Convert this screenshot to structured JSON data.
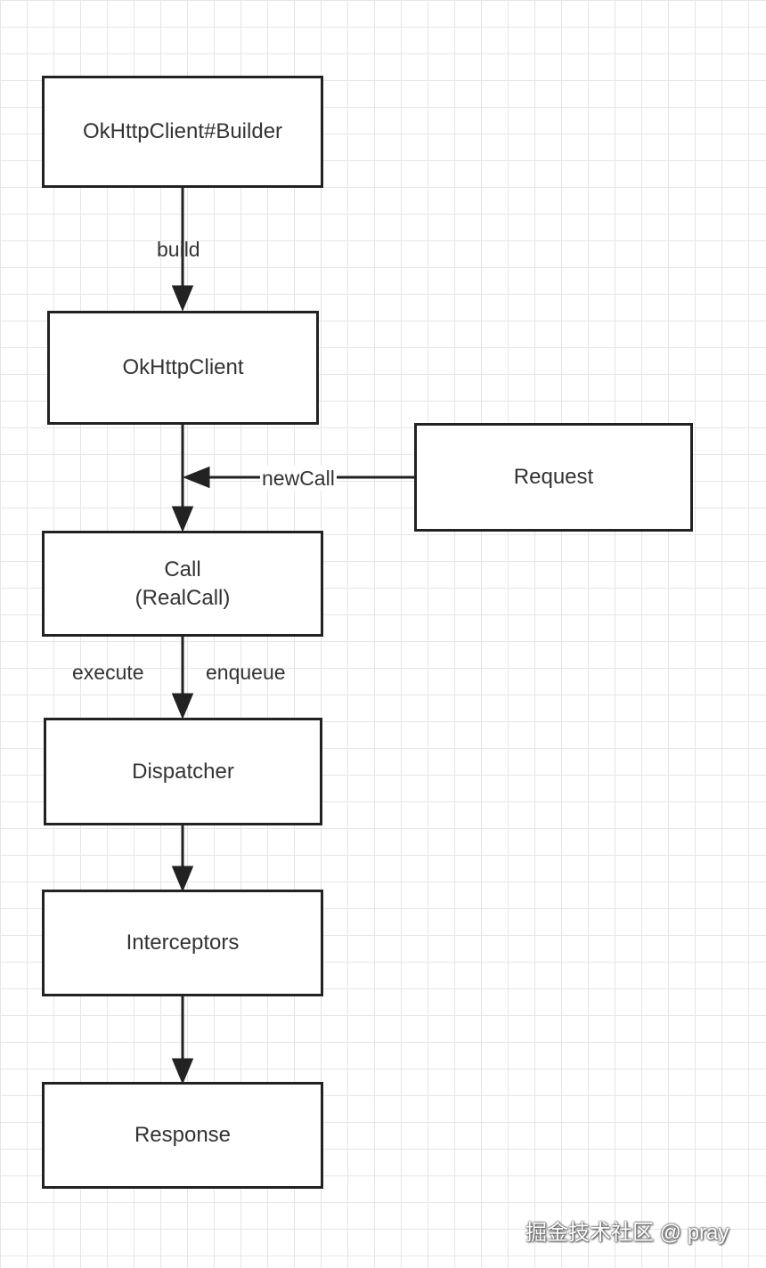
{
  "nodes": {
    "builder": "OkHttpClient#Builder",
    "client": "OkHttpClient",
    "request": "Request",
    "call_line1": "Call",
    "call_line2": "(RealCall)",
    "dispatcher": "Dispatcher",
    "interceptors": "Interceptors",
    "response": "Response"
  },
  "edges": {
    "build": "build",
    "newcall": "newCall",
    "execute": "execute",
    "enqueue": "enqueue"
  },
  "watermark": "掘金技术社区 @ pray"
}
